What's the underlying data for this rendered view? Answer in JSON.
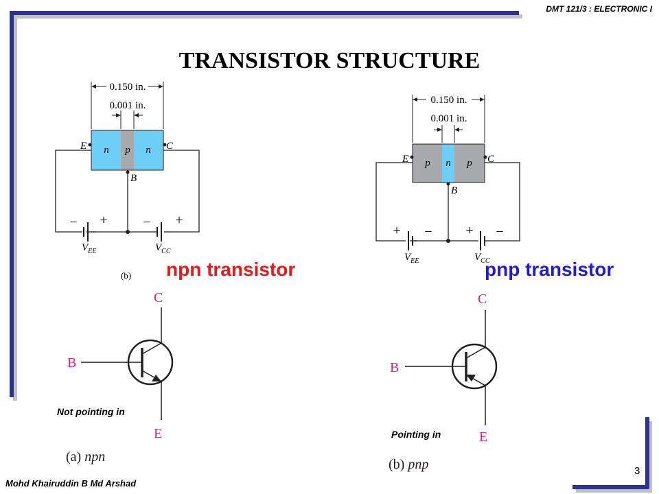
{
  "header": {
    "course": "DMT 121/3 : ELECTRONIC I"
  },
  "slide": {
    "title": "TRANSISTOR STRUCTURE",
    "page_number": "3"
  },
  "footer": {
    "author": "Mohd Khairuddin B Md Arshad"
  },
  "colors": {
    "frame": "#2e3192",
    "frame_shadow": "#c0c0c8",
    "npn_caption": "#e8191b",
    "pnp_caption": "#1f1bd6",
    "symbol_letters": "#e0207a",
    "n_region": "#6ecff6",
    "p_region": "#a7a9ac"
  },
  "npn_structure": {
    "dim_overall": "0.150 in.",
    "dim_base": "0.001 in.",
    "region_labels": [
      "n",
      "p",
      "n"
    ],
    "terminal_e": "E",
    "terminal_c": "C",
    "terminal_b": "B",
    "supply_left_minus": "−",
    "supply_left_plus": "+",
    "supply_right_minus": "−",
    "supply_right_plus": "+",
    "vee_main": "V",
    "vee_sub": "EE",
    "vcc_main": "V",
    "vcc_sub": "CC",
    "figure_tag": "(b)",
    "caption": "npn transistor"
  },
  "pnp_structure": {
    "dim_overall": "0.150 in.",
    "dim_base": "0.001 in.",
    "region_labels": [
      "p",
      "n",
      "p"
    ],
    "terminal_e": "E",
    "terminal_c": "C",
    "terminal_b": "B",
    "supply_left_plus": "+",
    "supply_left_minus": "−",
    "supply_right_plus": "+",
    "supply_right_minus": "−",
    "vee_main": "V",
    "vee_sub": "EE",
    "vcc_main": "V",
    "vcc_sub": "CC",
    "caption": "pnp transistor"
  },
  "npn_symbol": {
    "c": "C",
    "b": "B",
    "e": "E",
    "note": "Not pointing in",
    "caption_tag": "(a)",
    "caption_name": "npn"
  },
  "pnp_symbol": {
    "c": "C",
    "b": "B",
    "e": "E",
    "note": "Pointing in",
    "caption_tag": "(b)",
    "caption_name": "pnp"
  }
}
